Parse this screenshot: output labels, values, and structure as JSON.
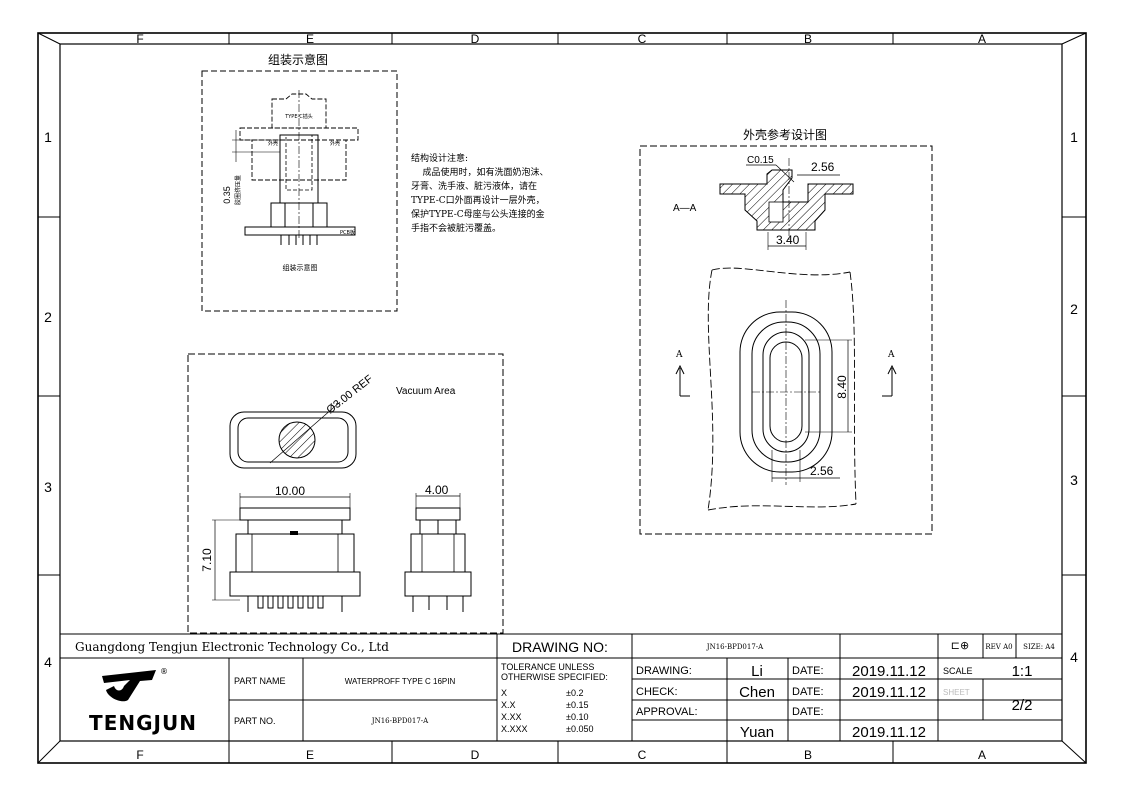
{
  "frame": {
    "zone_letters_top": [
      "F",
      "E",
      "D",
      "C",
      "B",
      "A"
    ],
    "zone_letters_bottom": [
      "F",
      "E",
      "D",
      "C",
      "B",
      "A"
    ],
    "zone_numbers_left": [
      "1",
      "2",
      "3",
      "4"
    ],
    "zone_numbers_right": [
      "1",
      "2",
      "3",
      "4"
    ]
  },
  "assembly_view": {
    "title": "组装示意图",
    "caption": "组装示意图",
    "label_plug": "TYPE-C插头",
    "label_shell_left": "外壳",
    "label_shell_right": "外壳",
    "label_pcb": "PCB板",
    "dim_gap": "0.35",
    "dim_gap_note": "胶圈挤压量"
  },
  "design_notes": [
    "结构设计注意:",
    "    成品使用时，如有洗面奶泡沫、",
    "牙膏、洗手液、脏污液体，请在",
    "TYPE-C口外面再设计一层外壳，",
    "保护TYPE-C母座与公头连接的金",
    "手指不会被脏污覆盖。"
  ],
  "shell_view": {
    "title": "外壳参考设计图",
    "section_label": "A—A",
    "chamfer": "C0.15",
    "dim_top": "2.56",
    "dim_bottom_section": "3.40",
    "dim_height": "8.40",
    "dim_width": "2.56",
    "cut_left": "A",
    "cut_right": "A"
  },
  "vacuum_view": {
    "label": "Vacuum Area",
    "dim_ref": "Ø3.00 REF",
    "dim_width": "10.00",
    "dim_side": "4.00",
    "dim_height": "7.10"
  },
  "title_block": {
    "company": "Guangdong Tengjun Electronic Technology Co., Ltd",
    "drawing_no_label": "DRAWING NO:",
    "drawing_no": "JN16-BPD017-A",
    "symbol": "⊏⊕",
    "rev": "REV A0",
    "size": "SIZE: A4",
    "logo_text": "TENGJUN",
    "logo_mark": "®",
    "part_name_label": "PART NAME",
    "part_name": "WATERPROFF TYPE C 16PIN",
    "part_no_label": "PART NO.",
    "part_no": "JN16-BPD017-A",
    "tolerance_header": [
      "TOLERANCE UNLESS",
      "OTHERWISE SPECIFIED:"
    ],
    "tolerances": [
      {
        "fmt": "X",
        "tol": "±0.2"
      },
      {
        "fmt": "X.X",
        "tol": "±0.15"
      },
      {
        "fmt": "X.XX",
        "tol": "±0.10"
      },
      {
        "fmt": "X.XXX",
        "tol": "±0.050"
      }
    ],
    "drawing_label": "DRAWING:",
    "drawing_by": "Li",
    "check_label": "CHECK:",
    "check_by": "Chen",
    "approval_label": "APPROVAL:",
    "approval_by": "Yuan",
    "date_label": "DATE:",
    "date_1": "2019.11.12",
    "date_2": "2019.11.12",
    "date_3": "2019.11.12",
    "scale_label": "SCALE",
    "scale": "1:1",
    "sheet_label": "SHEET",
    "sheet": "2/2"
  }
}
